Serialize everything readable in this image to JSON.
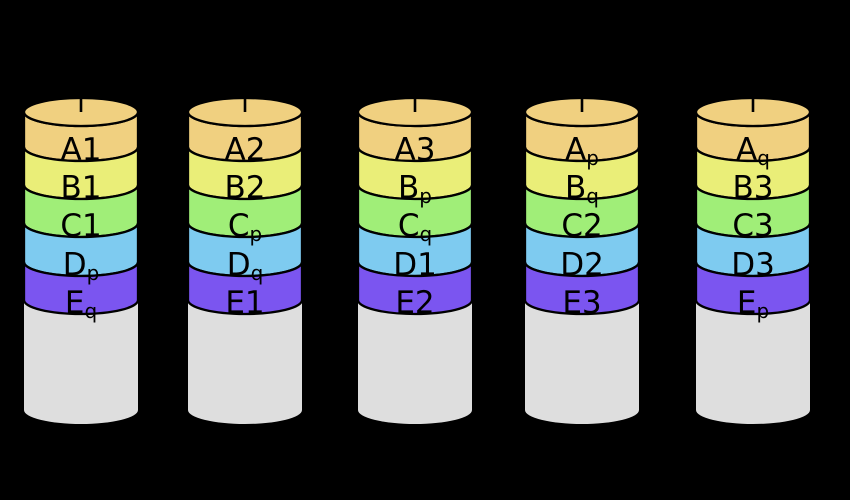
{
  "diagram": {
    "kind": "raid6-striped-disk-array",
    "background_color": "#000000",
    "outline_color": "#000000",
    "disk_body_color": "#dedede",
    "stripe_rows": [
      {
        "row": "A",
        "color": "#f0d080"
      },
      {
        "row": "B",
        "color": "#eaee78"
      },
      {
        "row": "C",
        "color": "#a0ee78"
      },
      {
        "row": "D",
        "color": "#7ecbf0"
      },
      {
        "row": "E",
        "color": "#7b55f0"
      }
    ],
    "disks": [
      {
        "blocks": [
          {
            "main": "A1",
            "sub": ""
          },
          {
            "main": "B1",
            "sub": ""
          },
          {
            "main": "C1",
            "sub": ""
          },
          {
            "main": "D",
            "sub": "p"
          },
          {
            "main": "E",
            "sub": "q"
          }
        ]
      },
      {
        "blocks": [
          {
            "main": "A2",
            "sub": ""
          },
          {
            "main": "B2",
            "sub": ""
          },
          {
            "main": "C",
            "sub": "p"
          },
          {
            "main": "D",
            "sub": "q"
          },
          {
            "main": "E1",
            "sub": ""
          }
        ]
      },
      {
        "blocks": [
          {
            "main": "A3",
            "sub": ""
          },
          {
            "main": "B",
            "sub": "p"
          },
          {
            "main": "C",
            "sub": "q"
          },
          {
            "main": "D1",
            "sub": ""
          },
          {
            "main": "E2",
            "sub": ""
          }
        ]
      },
      {
        "blocks": [
          {
            "main": "A",
            "sub": "p"
          },
          {
            "main": "B",
            "sub": "q"
          },
          {
            "main": "C2",
            "sub": ""
          },
          {
            "main": "D2",
            "sub": ""
          },
          {
            "main": "E3",
            "sub": ""
          }
        ]
      },
      {
        "blocks": [
          {
            "main": "A",
            "sub": "q"
          },
          {
            "main": "B3",
            "sub": ""
          },
          {
            "main": "C3",
            "sub": ""
          },
          {
            "main": "D3",
            "sub": ""
          },
          {
            "main": "E",
            "sub": "p"
          }
        ]
      }
    ]
  }
}
